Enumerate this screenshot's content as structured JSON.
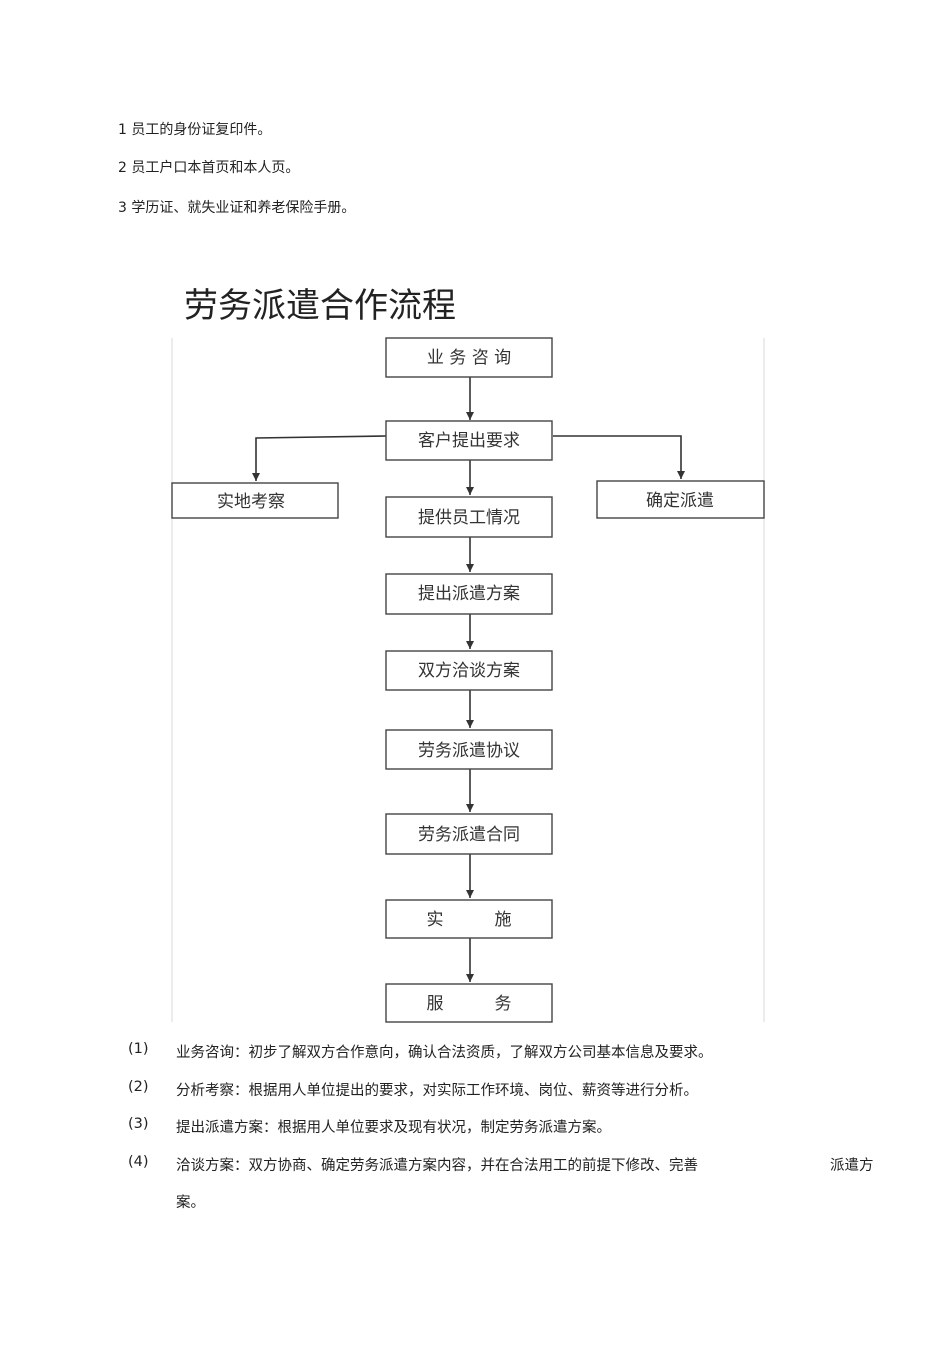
{
  "doc_list": [
    "1 员工的身份证复印件。",
    "2 员工户口本首页和本人页。",
    "3 学历证、就失业证和养老保险手册。"
  ],
  "flow_title": "劳务派遣合作流程",
  "flowchart": {
    "main_steps": [
      "业 务 咨 询",
      "客户提出要求",
      "提供员工情况",
      "提出派遣方案",
      "双方洽谈方案",
      "劳务派遣协议",
      "劳务派遣合同",
      "实　　　施",
      "服　　　务"
    ],
    "left_branch": "实地考察",
    "right_branch": "确定派遣"
  },
  "steps": [
    {
      "num": "(1)",
      "text": "业务咨询：初步了解双方合作意向，确认合法资质，了解双方公司基本信息及要求。"
    },
    {
      "num": "(2)",
      "text": "分析考察：根据用人单位提出的要求，对实际工作环境、岗位、薪资等进行分析。"
    },
    {
      "num": "(3)",
      "text": "提出派遣方案：根据用人单位要求及现有状况，制定劳务派遣方案。"
    },
    {
      "num": "(4)",
      "text": "洽谈方案：双方协商、确定劳务派遣方案内容，并在合法用工的前提下修改、完善",
      "text_tail": "派遣方",
      "continuation": "案。"
    }
  ]
}
